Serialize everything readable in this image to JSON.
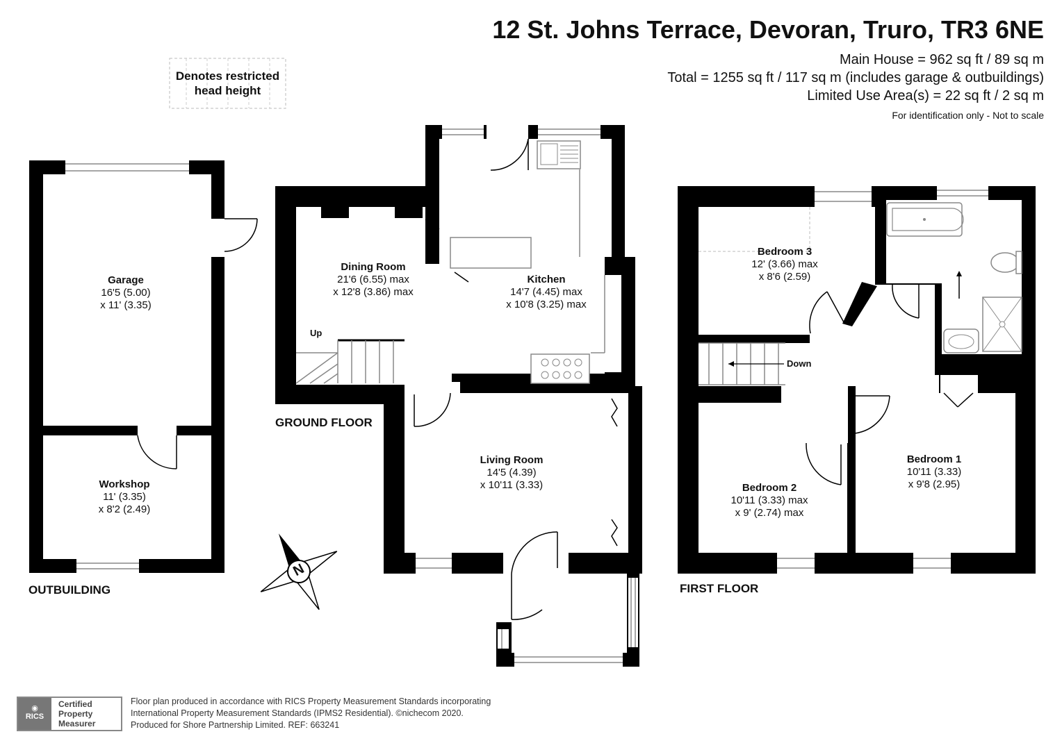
{
  "header": {
    "address": "12 St. Johns Terrace, Devoran, Truro, TR3 6NE",
    "main_house": "Main House = 962 sq ft / 89 sq m",
    "total": "Total = 1255 sq ft / 117 sq m (includes garage & outbuildings)",
    "limited_use": "Limited Use Area(s) = 22 sq ft / 2 sq m",
    "disclaimer": "For identification only - Not to scale"
  },
  "legend": {
    "line1": "Denotes restricted",
    "line2": "head height"
  },
  "floors": {
    "outbuilding": "OUTBUILDING",
    "ground": "GROUND FLOOR",
    "first": "FIRST FLOOR"
  },
  "rooms": {
    "garage": {
      "name": "Garage",
      "dim1": "16'5 (5.00)",
      "dim2": "x 11' (3.35)"
    },
    "workshop": {
      "name": "Workshop",
      "dim1": "11' (3.35)",
      "dim2": "x 8'2 (2.49)"
    },
    "dining": {
      "name": "Dining Room",
      "dim1": "21'6 (6.55) max",
      "dim2": "x 12'8 (3.86) max"
    },
    "kitchen": {
      "name": "Kitchen",
      "dim1": "14'7 (4.45) max",
      "dim2": "x 10'8 (3.25) max"
    },
    "living": {
      "name": "Living Room",
      "dim1": "14'5 (4.39)",
      "dim2": "x 10'11 (3.33)"
    },
    "bedroom3": {
      "name": "Bedroom 3",
      "dim1": "12' (3.66) max",
      "dim2": "x 8'6 (2.59)"
    },
    "bedroom2": {
      "name": "Bedroom 2",
      "dim1": "10'11 (3.33) max",
      "dim2": "x 9' (2.74) max"
    },
    "bedroom1": {
      "name": "Bedroom 1",
      "dim1": "10'11 (3.33)",
      "dim2": "x 9'8 (2.95)"
    }
  },
  "stairs": {
    "up": "Up",
    "down": "Down"
  },
  "compass": {
    "label": "N"
  },
  "footer": {
    "line1": "Floor plan produced in accordance with RICS Property Measurement Standards incorporating",
    "line2": "International Property Measurement Standards (IPMS2 Residential).  ©nichecom 2020.",
    "line3": "Produced for Shore Partnership Limited.    REF:  663241"
  },
  "badge": {
    "logo": "RICS",
    "line1": "Certified",
    "line2": "Property",
    "line3": "Measurer"
  },
  "colors": {
    "wall": "#000000",
    "fixture": "#888888",
    "background": "#ffffff"
  }
}
